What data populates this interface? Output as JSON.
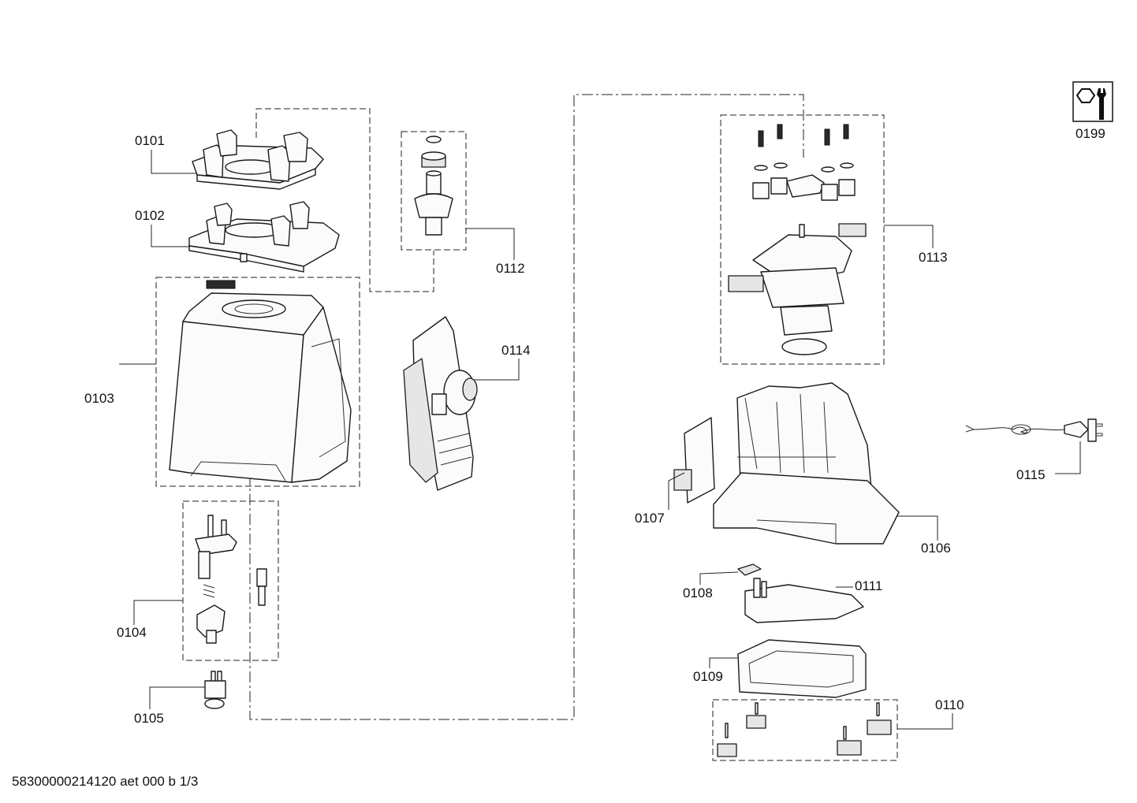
{
  "footer_text": "58300000214120 aet 000 b 1/3",
  "parts": [
    {
      "id": "0101",
      "label": "0101"
    },
    {
      "id": "0102",
      "label": "0102"
    },
    {
      "id": "0103",
      "label": "0103"
    },
    {
      "id": "0104",
      "label": "0104"
    },
    {
      "id": "0105",
      "label": "0105"
    },
    {
      "id": "0106",
      "label": "0106"
    },
    {
      "id": "0107",
      "label": "0107"
    },
    {
      "id": "0108",
      "label": "0108"
    },
    {
      "id": "0109",
      "label": "0109"
    },
    {
      "id": "0110",
      "label": "0110"
    },
    {
      "id": "0111",
      "label": "0111"
    },
    {
      "id": "0112",
      "label": "0112"
    },
    {
      "id": "0113",
      "label": "0113"
    },
    {
      "id": "0114",
      "label": "0114"
    },
    {
      "id": "0115",
      "label": "0115"
    },
    {
      "id": "0199",
      "label": "0199"
    }
  ],
  "icons": {
    "tools": "wrench-nut-icon"
  }
}
